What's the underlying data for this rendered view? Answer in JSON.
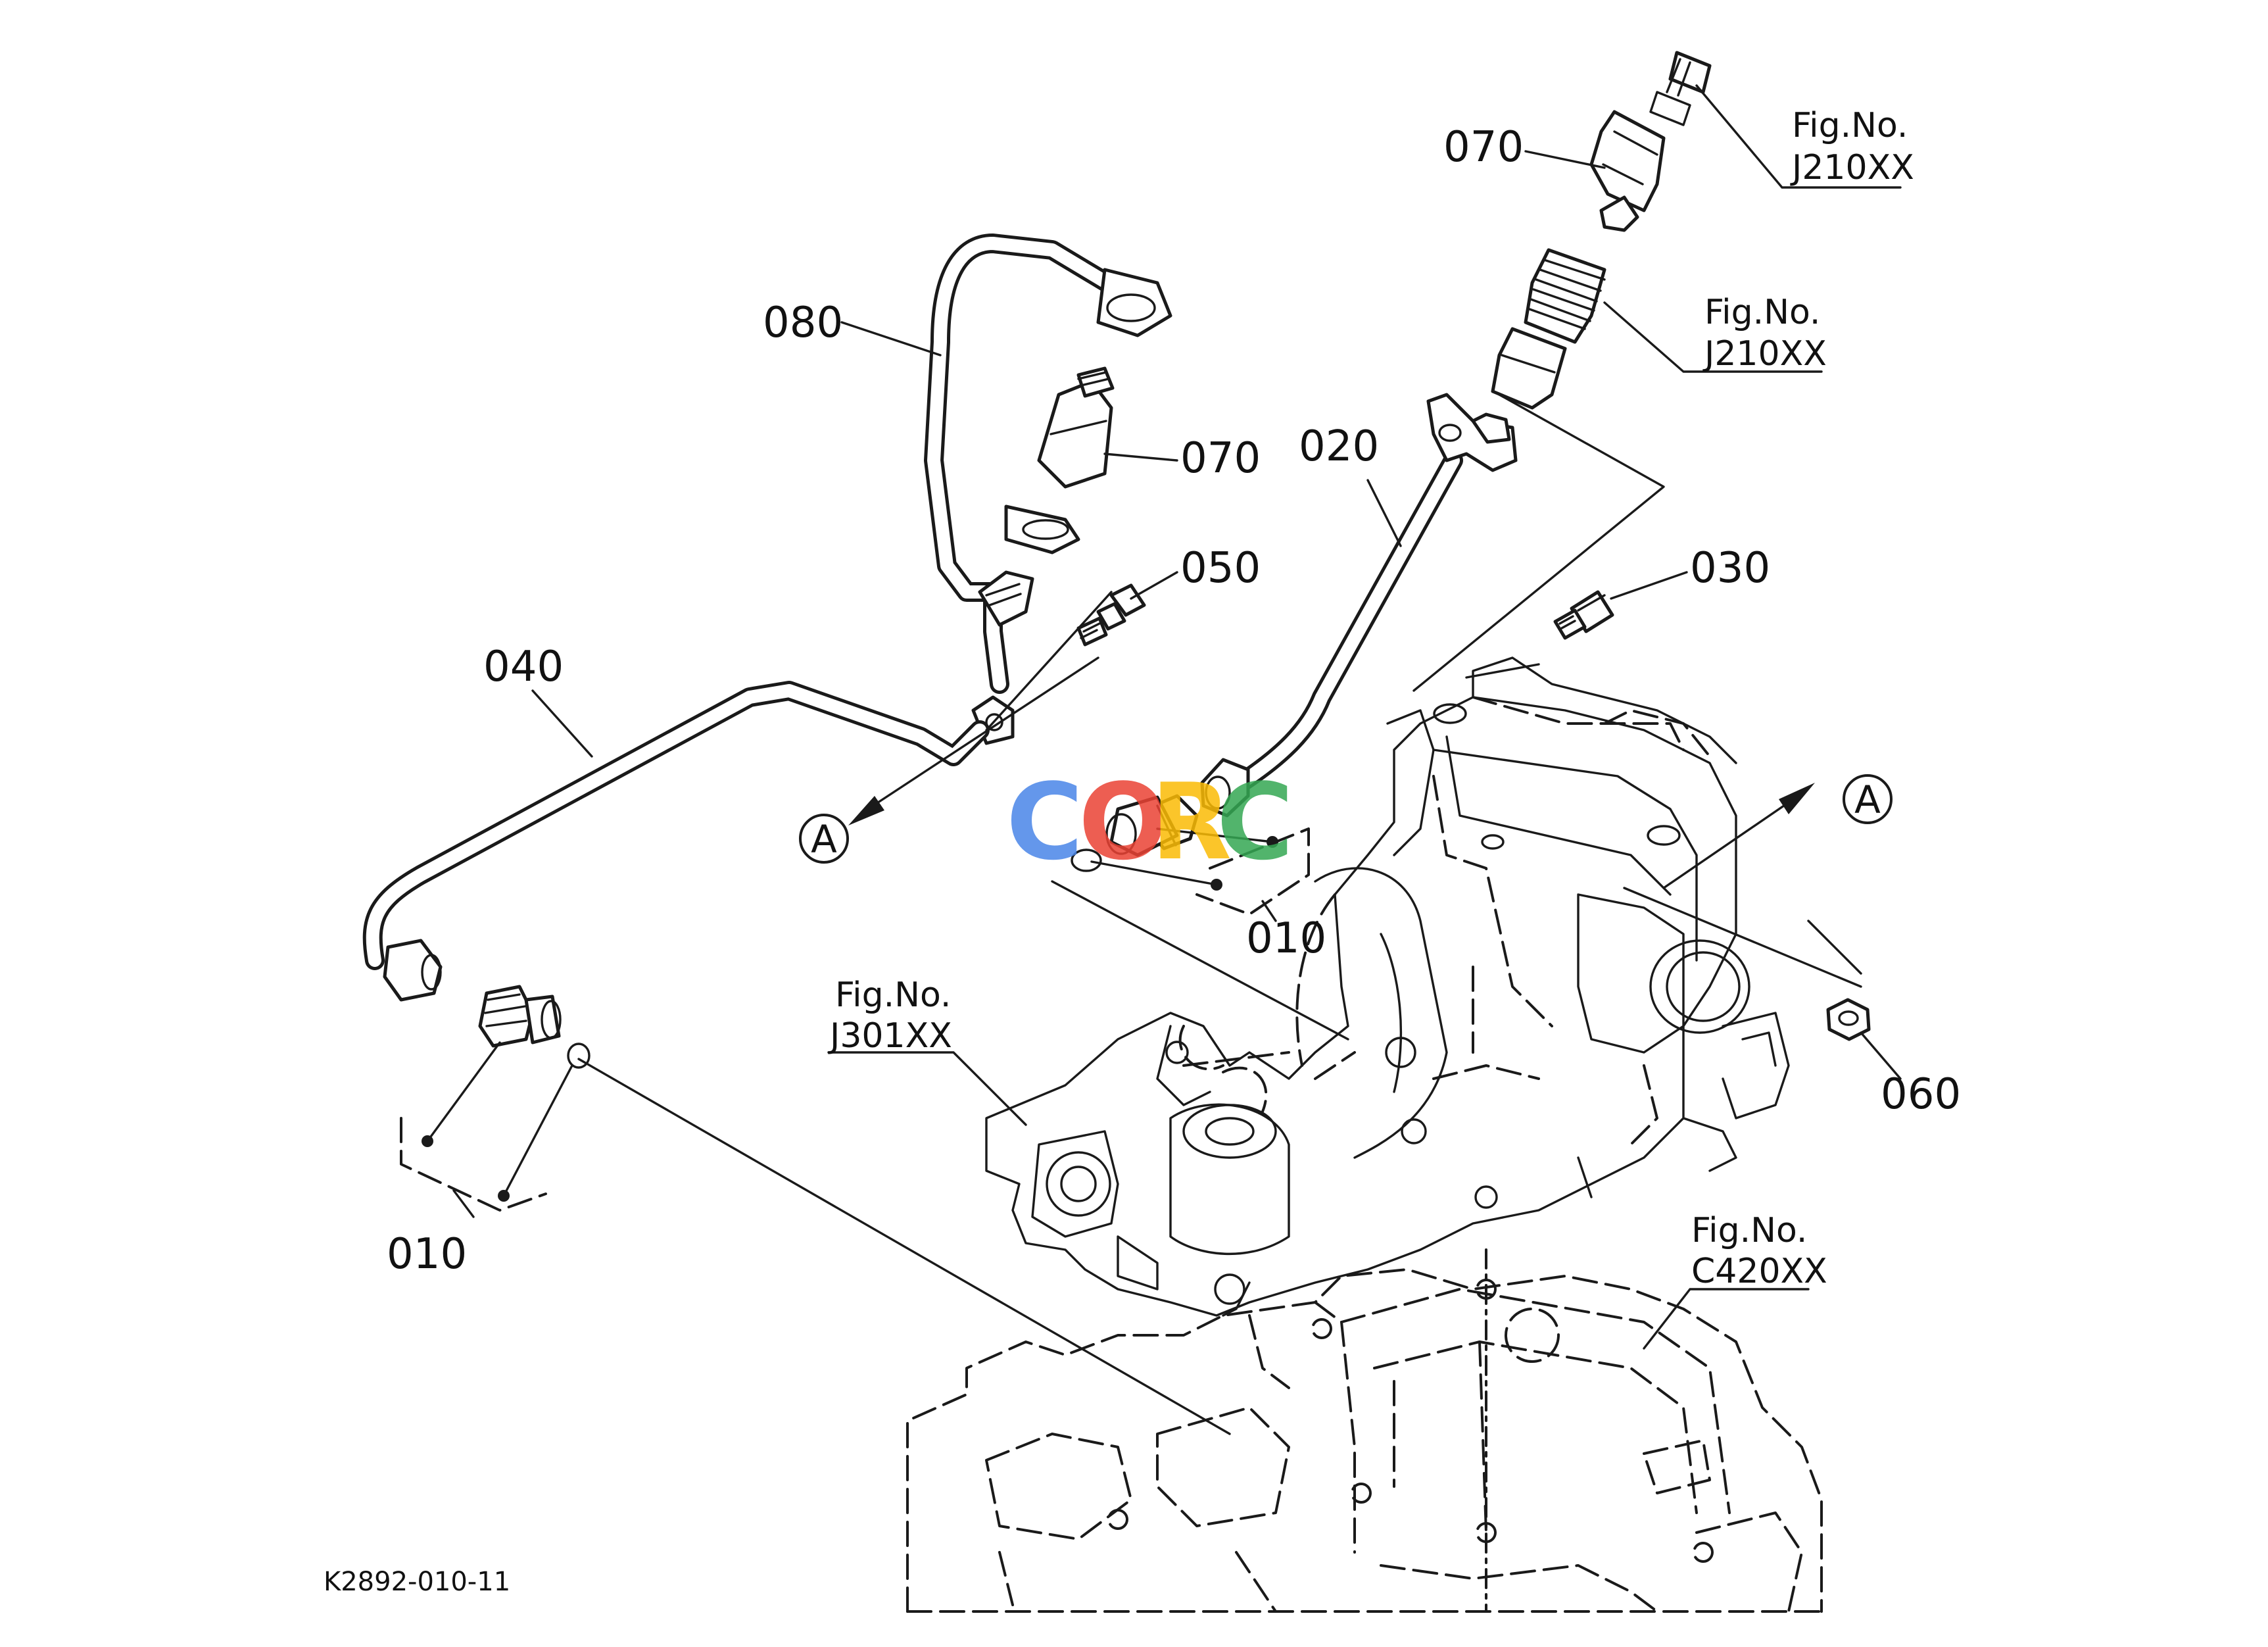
{
  "diagram": {
    "drawing_code": "K2892-010-11",
    "watermark": {
      "letters": [
        "C",
        "O",
        "R",
        "C"
      ],
      "colors": [
        "#4a86e8",
        "#ea4335",
        "#fbbc05",
        "#34a853"
      ]
    },
    "part_labels": {
      "p010a": "010",
      "p010b": "010",
      "p020": "020",
      "p030": "030",
      "p040": "040",
      "p050": "050",
      "p060": "060",
      "p070a": "070",
      "p070b": "070",
      "p080": "080"
    },
    "figure_refs": {
      "ref1": {
        "title": "Fig.No.",
        "code": "J210XX"
      },
      "ref2": {
        "title": "Fig.No.",
        "code": "J210XX"
      },
      "ref3": {
        "title": "Fig.No.",
        "code": "J301XX"
      },
      "ref4": {
        "title": "Fig.No.",
        "code": "C420XX"
      }
    },
    "view_markers": {
      "left": "A",
      "right": "A"
    }
  }
}
